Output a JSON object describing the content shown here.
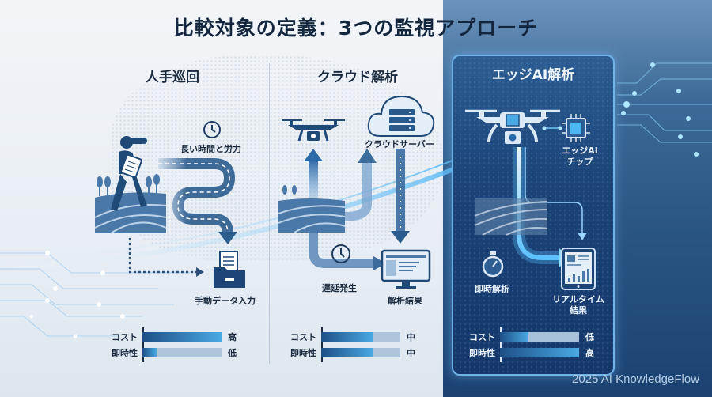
{
  "title": "比較対象の定義：3つの監視アプローチ",
  "columns": [
    {
      "id": "manual",
      "title": "人手巡回",
      "labels": {
        "effort": "長い時間と労力",
        "result": "手動データ入力"
      },
      "icons": [
        "person-binoculars-icon",
        "clock-icon",
        "field-icon",
        "folder-document-icon"
      ],
      "metrics": [
        {
          "label": "コスト",
          "value": "高",
          "level": 1.0
        },
        {
          "label": "即時性",
          "value": "低",
          "level": 0.18
        }
      ]
    },
    {
      "id": "cloud",
      "title": "クラウド解析",
      "labels": {
        "server": "クラウドサーバー",
        "delay": "遅延発生",
        "result": "解析結果"
      },
      "icons": [
        "drone-icon",
        "cloud-server-icon",
        "field-icon",
        "clock-icon",
        "monitor-icon"
      ],
      "metrics": [
        {
          "label": "コスト",
          "value": "中",
          "level": 0.66
        },
        {
          "label": "即時性",
          "value": "中",
          "level": 0.66
        }
      ]
    },
    {
      "id": "edge",
      "title": "エッジAI解析",
      "labels": {
        "chip_line1": "エッジAI",
        "chip_line2": "チップ",
        "instant": "即時解析",
        "result_line1": "リアルタイム",
        "result_line2": "結果"
      },
      "icons": [
        "drone-icon",
        "ai-chip-icon",
        "field-icon",
        "stopwatch-icon",
        "tablet-icon"
      ],
      "metrics": [
        {
          "label": "コスト",
          "value": "低",
          "level": 0.36
        },
        {
          "label": "即時性",
          "value": "高",
          "level": 1.0
        }
      ]
    }
  ],
  "footer": "2025 AI KnowledgeFlow",
  "colors": {
    "title_text": "#14263d",
    "accent_blue": "#4aa9e3",
    "dark_blue": "#1d4f86",
    "edge_panel_border": "#6fb3e8",
    "edge_panel_bg": "#1c4478"
  }
}
